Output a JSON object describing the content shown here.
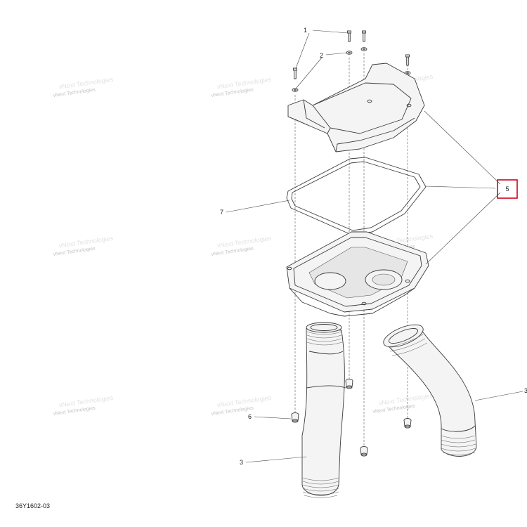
{
  "callouts": {
    "c1": "1",
    "c2": "2",
    "c3a": "3",
    "c3b": "3",
    "c5": "5",
    "c6": "6",
    "c7": "7"
  },
  "figure_id": "36Y1602-03",
  "watermark": {
    "line1": "vNext Technologies",
    "line2": "vNext Technologies"
  },
  "highlight_color": "#d0021b"
}
